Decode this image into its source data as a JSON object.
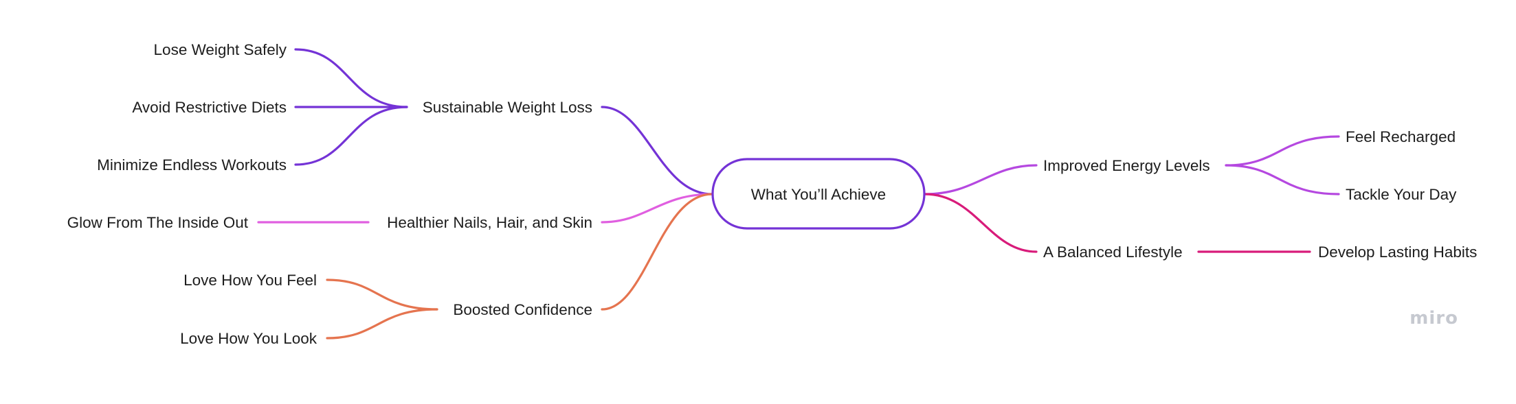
{
  "colors": {
    "purple": "#7433d6",
    "pink": "#e05fe0",
    "orange": "#e5744f",
    "violet": "#b548e0",
    "magenta": "#d81b7a",
    "text": "#1d1d1d",
    "watermark": "#c6c9d0"
  },
  "root": {
    "label": "What You’ll Achieve"
  },
  "branches": {
    "weight_loss": {
      "label": "Sustainable Weight Loss",
      "children": [
        "Lose Weight Safely",
        "Avoid Restrictive Diets",
        "Minimize Endless Workouts"
      ]
    },
    "nails_hair_skin": {
      "label": "Healthier Nails, Hair, and Skin",
      "children": [
        "Glow From The Inside Out"
      ]
    },
    "confidence": {
      "label": "Boosted Confidence",
      "children": [
        "Love How You Feel",
        "Love How You Look"
      ]
    },
    "energy": {
      "label": "Improved Energy Levels",
      "children": [
        "Feel Recharged",
        "Tackle Your Day"
      ]
    },
    "lifestyle": {
      "label": "A Balanced Lifestyle",
      "children": [
        "Develop Lasting Habits"
      ]
    }
  },
  "watermark": {
    "brand": "miro"
  }
}
